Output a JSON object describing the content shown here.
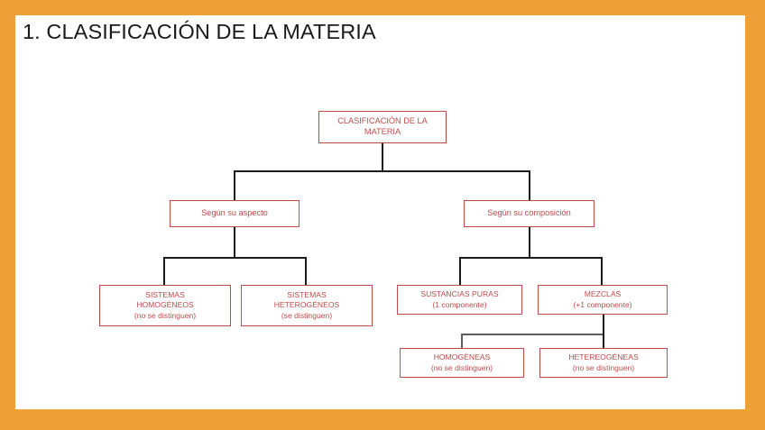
{
  "slide": {
    "title": "1. CLASIFICACIÓN DE LA MATERIA",
    "border_color": "#EDA138",
    "canvas_color": "#FFFFFF",
    "box_color": "#BE4B48",
    "connector_color": "#1B1B1B"
  },
  "diagram": {
    "type": "tree",
    "root": {
      "line1": "CLASIFICACIÓN DE LA",
      "line2": "MATERIA"
    },
    "level2": {
      "left": "Según su aspecto",
      "right": "Según su composición"
    },
    "level3": {
      "aspecto_left": {
        "line1": "SISTEMAS",
        "line2": "HOMOGÉNEOS",
        "line3": "(no se distinguen)"
      },
      "aspecto_right": {
        "line1": "SISTEMAS",
        "line2": "HETEROGÉNEOS",
        "line3": "(se distinguen)"
      },
      "composicion_left": {
        "line1": "SUSTANCIAS PURAS",
        "line2": "(1 componente)"
      },
      "composicion_right": {
        "line1": "MEZCLAS",
        "line2": "(+1 componente)"
      }
    },
    "level4": {
      "mezclas_left": {
        "line1": "HOMOGÉNEAS",
        "line2": "(no se distinguen)"
      },
      "mezclas_right": {
        "line1": "HETEREOGÉNEAS",
        "line2": "(no se distinguen)"
      }
    }
  }
}
